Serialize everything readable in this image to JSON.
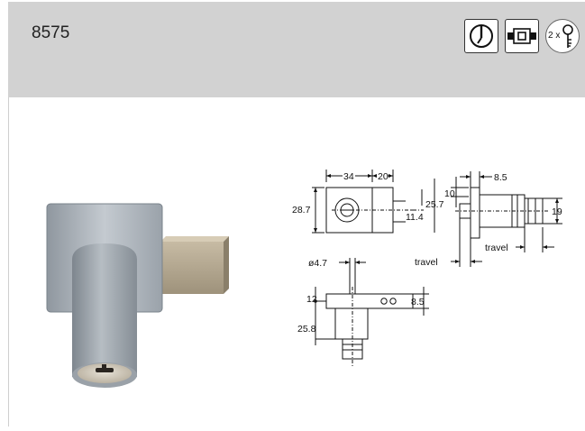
{
  "header": {
    "product_code": "8575",
    "icons": [
      {
        "name": "lock-rotation-icon"
      },
      {
        "name": "square-bolt-icon"
      },
      {
        "name": "two-keys-icon",
        "label": "2 x"
      }
    ]
  },
  "drawing": {
    "dims": {
      "w34": "34",
      "w20": "20",
      "h28_7": "28.7",
      "h25_7": "25.7",
      "h11_4": "11.4",
      "side8_5": "8.5",
      "side10": "10",
      "side19": "19",
      "travel1": "travel",
      "travel2": "travel",
      "dia4_7": "ø4.7",
      "b12": "12",
      "b8_5": "8.5",
      "b25_8": "25.8"
    }
  },
  "colors": {
    "header_bg": "#d2d2d2",
    "lock_body": "#a9b0b8",
    "bolt": "#b9ad96"
  }
}
